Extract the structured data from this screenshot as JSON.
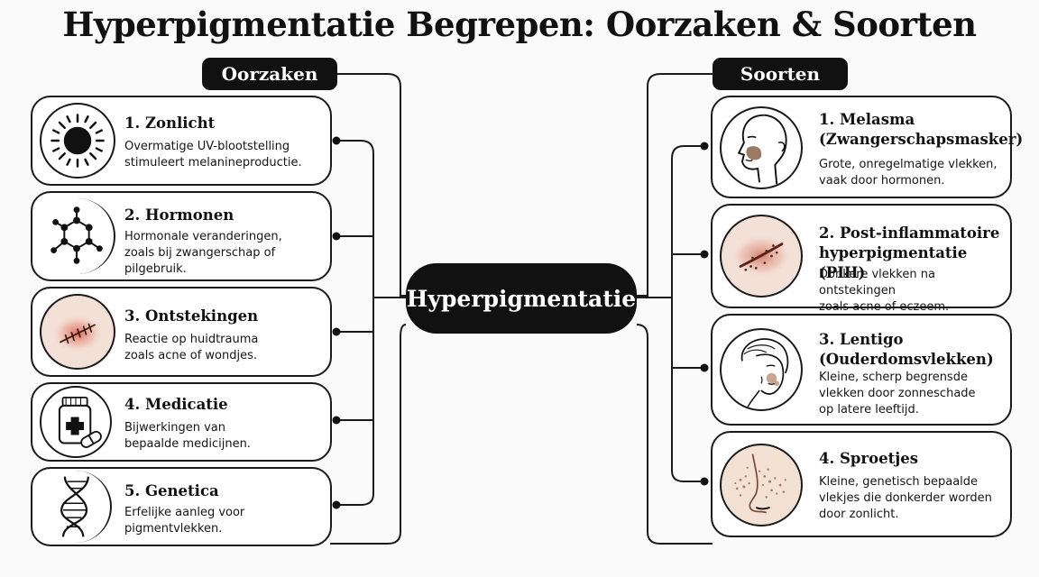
{
  "title": "Hyperpigmentatie Begrepen: Oorzaken & Soorten",
  "center": "Hyperpigmentatie",
  "causes": {
    "label": "Oorzaken",
    "items": [
      {
        "title": "1. Zonlicht",
        "desc": [
          "Overmatige UV-blootstelling",
          "stimuleert melanineproductie."
        ],
        "icon": "sun-icon"
      },
      {
        "title": "2. Hormonen",
        "desc": [
          "Hormonale veranderingen,",
          "zoals bij zwangerschap of",
          "pilgebruik."
        ],
        "icon": "molecule-icon"
      },
      {
        "title": "3. Ontstekingen",
        "desc": [
          "Reactie op huidtrauma",
          "zoals acne of wondjes."
        ],
        "icon": "inflamed-skin-icon"
      },
      {
        "title": "4. Medicatie",
        "desc": [
          "Bijwerkingen van",
          "bepaalde medicijnen."
        ],
        "icon": "medicine-bottle-icon"
      },
      {
        "title": "5. Genetica",
        "desc": [
          "Erfelijke aanleg voor",
          "pigmentvlekken."
        ],
        "icon": "dna-icon"
      }
    ]
  },
  "types": {
    "label": "Soorten",
    "items": [
      {
        "title": [
          "1. Melasma",
          "(Zwangerschapsmasker)"
        ],
        "desc": [
          "Grote, onregelmatige vlekken,",
          "vaak door hormonen."
        ],
        "icon": "face-melasma-icon"
      },
      {
        "title": [
          "2. Post-inflammatoire",
          "hyperpigmentatie (PIH)"
        ],
        "desc": [
          "Donkere vlekken na ontstekingen",
          "zoals acne of eczeem."
        ],
        "icon": "pih-skin-icon"
      },
      {
        "title": [
          "3. Lentigo",
          "(Ouderdomsvlekken)"
        ],
        "desc": [
          "Kleine, scherp begrensde",
          "vlekken door zonneschade",
          "op latere leeftijd."
        ],
        "icon": "elderly-face-icon"
      },
      {
        "title": [
          "4. Sproetjes"
        ],
        "desc": [
          "Kleine, genetisch bepaalde",
          "vlekjes die donkerder worden",
          "door zonlicht."
        ],
        "icon": "freckled-nose-icon"
      }
    ]
  }
}
